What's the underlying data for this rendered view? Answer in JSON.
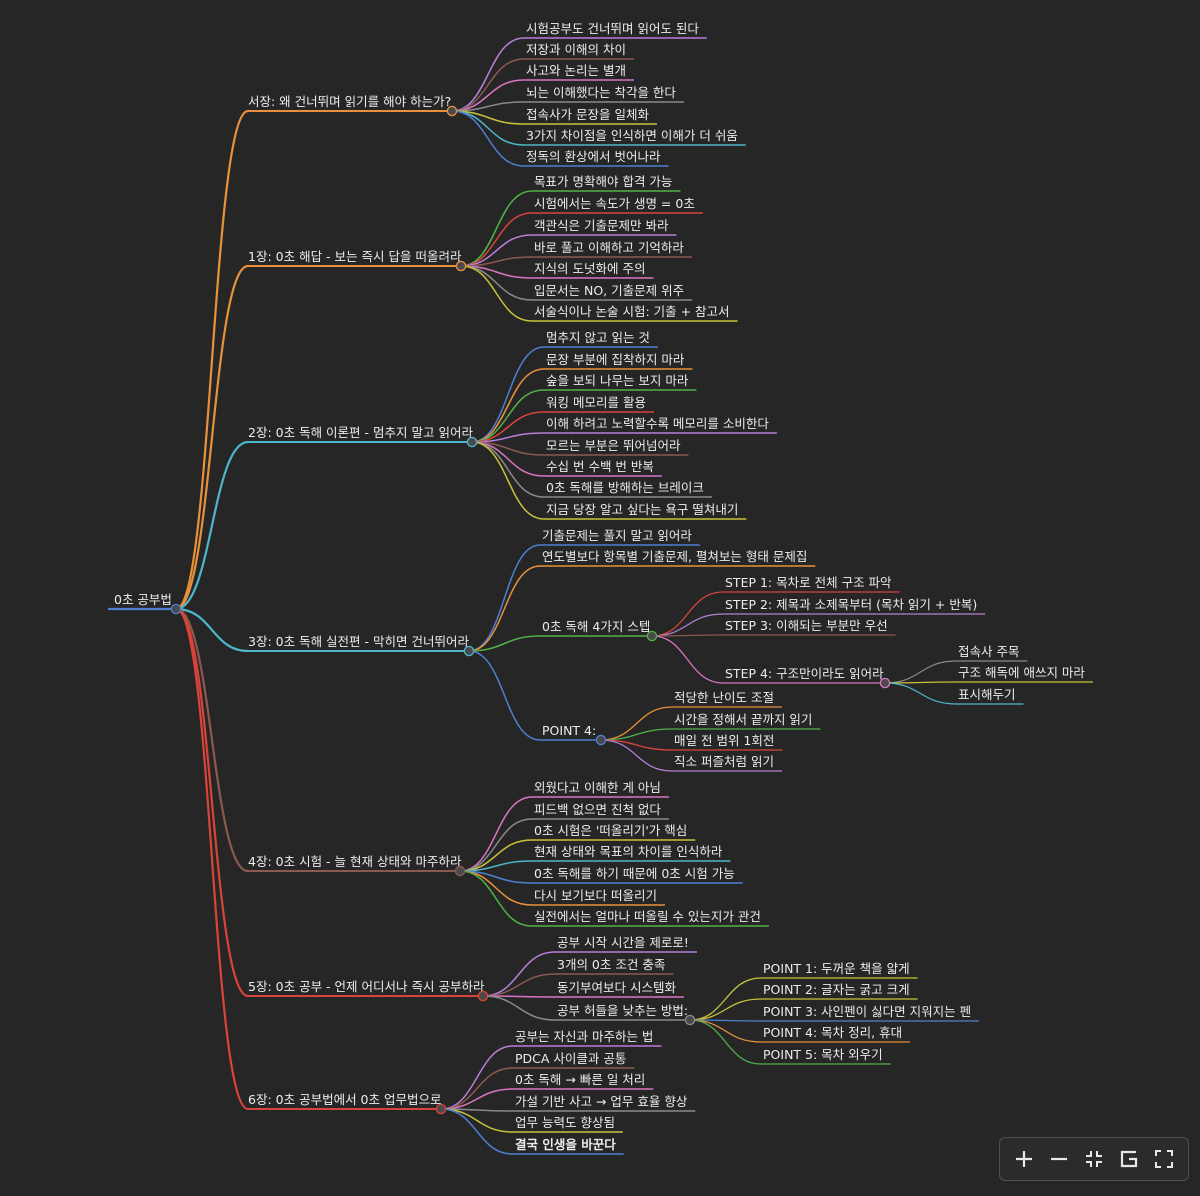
{
  "root": {
    "label": "0초 공부법"
  },
  "branches": [
    {
      "label": "서장: 왜 건너뛰며 읽기를 해야 하는가?",
      "color": "#e8913a",
      "children": [
        {
          "label": "시험공부도 건너뛰며 읽어도 된다",
          "color": "#b77fd6"
        },
        {
          "label": "저장과 이해의 차이",
          "color": "#8a5a50"
        },
        {
          "label": "사고와 논리는 별개",
          "color": "#d975c0"
        },
        {
          "label": "뇌는 이해했다는 착각을 한다",
          "color": "#8a8a8a"
        },
        {
          "label": "접속사가 문장을 일체화",
          "color": "#c8c23a"
        },
        {
          "label": "3가지 차이점을 인식하면 이해가 더 쉬움",
          "color": "#4eb6c9"
        },
        {
          "label": "정독의 환상에서 벗어나라",
          "color": "#4f7fd0"
        }
      ]
    },
    {
      "label": "1장: 0초 해답 - 보는 즉시 답을 떠올려라",
      "color": "#e8913a",
      "children": [
        {
          "label": "목표가 명확해야 합격 가능",
          "color": "#52b04a"
        },
        {
          "label": "시험에서는 속도가 생명 = 0초",
          "color": "#d9443a"
        },
        {
          "label": "객관식은 기출문제만 봐라",
          "color": "#b77fd6"
        },
        {
          "label": "바로 풀고 이해하고 기억하라",
          "color": "#8a5a50"
        },
        {
          "label": "지식의 도넛화에 주의",
          "color": "#d975c0"
        },
        {
          "label": "입문서는 NO, 기출문제 위주",
          "color": "#8a8a8a"
        },
        {
          "label": "서술식이나 논술 시험: 기출 + 참고서",
          "color": "#c8c23a"
        }
      ]
    },
    {
      "label": "2장: 0초 독해 이론편 - 멈추지 말고 읽어라",
      "color": "#4eb6c9",
      "children": [
        {
          "label": "멈추지 않고 읽는 것",
          "color": "#4f7fd0"
        },
        {
          "label": "문장 부분에 집착하지 마라",
          "color": "#e8913a"
        },
        {
          "label": "숲을 보되 나무는 보지 마라",
          "color": "#52b04a"
        },
        {
          "label": "워킹 메모리를 활용",
          "color": "#d9443a"
        },
        {
          "label": "이해 하려고 노력할수록 메모리를 소비한다",
          "color": "#b77fd6"
        },
        {
          "label": "모르는 부분은 뛰어넘어라",
          "color": "#8a5a50"
        },
        {
          "label": "수십 번 수백 번 반복",
          "color": "#d975c0"
        },
        {
          "label": "0초 독해를 방해하는 브레이크",
          "color": "#8a8a8a"
        },
        {
          "label": "지금 당장 알고 싶다는 욕구 떨쳐내기",
          "color": "#c8c23a"
        }
      ]
    },
    {
      "label": "3장: 0초 독해 실전편 - 막히면 건너뛰어라",
      "color": "#4eb6c9",
      "children": [
        {
          "label": "기출문제는 풀지 말고 읽어라",
          "color": "#4f7fd0"
        },
        {
          "label": "연도별보다 항목별 기출문제, 펼쳐보는 형태 문제집",
          "color": "#e8913a"
        },
        {
          "label": "0초 독해 4가지 스텝",
          "color": "#52b04a",
          "children": [
            {
              "label": "STEP 1: 목차로 전체 구조 파악",
              "color": "#d9443a"
            },
            {
              "label": "STEP 2: 제목과 소제목부터 (목차 읽기 + 반복)",
              "color": "#b77fd6"
            },
            {
              "label": "STEP 3: 이해되는 부분만 우선",
              "color": "#8a5a50"
            },
            {
              "label": "STEP 4: 구조만이라도 읽어라",
              "color": "#d975c0",
              "children": [
                {
                  "label": "접속사 주목",
                  "color": "#8a8a8a"
                },
                {
                  "label": "구조 해독에 애쓰지 마라",
                  "color": "#c8c23a"
                },
                {
                  "label": "표시해두기",
                  "color": "#4eb6c9"
                }
              ]
            }
          ]
        },
        {
          "label": "POINT 4:",
          "color": "#4f7fd0",
          "children": [
            {
              "label": "적당한 난이도 조절",
              "color": "#e8913a"
            },
            {
              "label": "시간을 정해서 끝까지 읽기",
              "color": "#52b04a"
            },
            {
              "label": "매일 전 범위 1회전",
              "color": "#d9443a"
            },
            {
              "label": "직소 퍼즐처럼 읽기",
              "color": "#b77fd6"
            }
          ]
        }
      ]
    },
    {
      "label": "4장: 0초 시험 - 늘 현재 상태와 마주하라",
      "color": "#8a5a50",
      "children": [
        {
          "label": "외웠다고 이해한 게 아님",
          "color": "#d975c0"
        },
        {
          "label": "피드백 없으면 진척 없다",
          "color": "#8a8a8a"
        },
        {
          "label": "0초 시험은 '떠올리기'가 핵심",
          "color": "#c8c23a"
        },
        {
          "label": "현재 상태와 목표의 차이를 인식하라",
          "color": "#4eb6c9"
        },
        {
          "label": "0초 독해를 하기 때문에 0초 시험 가능",
          "color": "#4f7fd0"
        },
        {
          "label": "다시 보기보다 떠올리기",
          "color": "#e8913a"
        },
        {
          "label": "실전에서는 얼마나 떠올릴 수 있는지가 관건",
          "color": "#52b04a"
        }
      ]
    },
    {
      "label": "5장: 0초 공부 - 언제 어디서나 즉시 공부하라",
      "color": "#d9443a",
      "children": [
        {
          "label": "공부 시작 시간을 제로로!",
          "color": "#b77fd6"
        },
        {
          "label": "3개의 0초 조건 충족",
          "color": "#8a5a50"
        },
        {
          "label": "동기부여보다 시스템화",
          "color": "#d975c0"
        },
        {
          "label": "공부 허들을 낮추는 방법:",
          "color": "#8a8a8a",
          "children": [
            {
              "label": "POINT 1: 두꺼운 책을 얇게",
              "color": "#c8c23a"
            },
            {
              "label": "POINT 2: 글자는 굵고 크게",
              "color": "#c8c23a"
            },
            {
              "label": "POINT 3: 사인펜이 싫다면 지워지는 펜",
              "color": "#4f7fd0"
            },
            {
              "label": "POINT 4: 목차 정리, 휴대",
              "color": "#e8913a"
            },
            {
              "label": "POINT 5: 목차 외우기",
              "color": "#52b04a"
            }
          ]
        }
      ]
    },
    {
      "label": "6장: 0초 공부법에서 0초 업무법으로",
      "color": "#d9443a",
      "children": [
        {
          "label": "공부는 자신과 마주하는 법",
          "color": "#b77fd6"
        },
        {
          "label": "PDCA 사이클과 공통",
          "color": "#8a5a50"
        },
        {
          "label": "0초 독해 → 빠른 일 처리",
          "color": "#d975c0"
        },
        {
          "label": "가설 기반 사고 → 업무 효율 향상",
          "color": "#8a8a8a"
        },
        {
          "label": "업무 능력도 향상됨",
          "color": "#c8c23a"
        },
        {
          "label": "결국 인생을 바꾼다",
          "color": "#4f7fd0",
          "bold": true
        }
      ]
    }
  ],
  "toolbar": {
    "buttons": [
      {
        "name": "zoom-in-button",
        "icon": "plus-icon"
      },
      {
        "name": "zoom-out-button",
        "icon": "minus-icon"
      },
      {
        "name": "collapse-button",
        "icon": "collapse-icon"
      },
      {
        "name": "fit-view-button",
        "icon": "fit-view-icon"
      },
      {
        "name": "fullscreen-button",
        "icon": "fullscreen-icon"
      }
    ]
  }
}
